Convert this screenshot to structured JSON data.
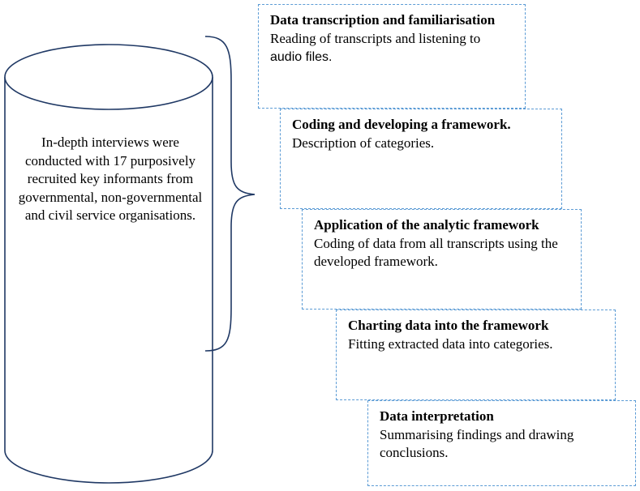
{
  "source": {
    "text": "In-depth interviews were conducted with 17 purposively recruited key informants from governmental, non-governmental and civil service organisations."
  },
  "steps": [
    {
      "title": "Data transcription and familiarisation",
      "desc": "Reading of transcripts and listening to",
      "desc_cont": "audio files."
    },
    {
      "title": "Coding and developing a framework.",
      "desc": "Description of categories."
    },
    {
      "title": "Application of the analytic framework",
      "desc": "Coding of data from all transcripts using the developed framework."
    },
    {
      "title": "Charting data into the framework",
      "desc": "Fitting extracted data into categories."
    },
    {
      "title": "Data interpretation",
      "desc": "Summarising findings and drawing conclusions."
    }
  ],
  "colors": {
    "cylinder_stroke": "#1f3864",
    "bracket_stroke": "#1f3864",
    "step_border": "#5b9bd5"
  }
}
